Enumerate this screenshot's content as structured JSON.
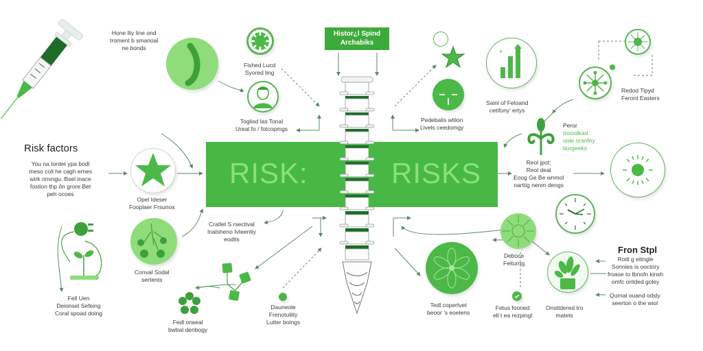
{
  "title_box": {
    "line1": "Histor¿l Spind",
    "line2": "Archabiks"
  },
  "banner": {
    "left_word": "RISK:",
    "right_word": "RISKS",
    "color": "#47b844",
    "text_color": "#8be07a"
  },
  "colors": {
    "primary_green": "#47b844",
    "dark_green": "#1e6b2a",
    "light_green": "#8fdc7a",
    "outline_green": "#57b552",
    "arrow": "#5a8a68"
  },
  "left_section": {
    "heading": "Risk factors",
    "body": [
      "You na tordet ypa bodl",
      "meso coll he cagh ernes",
      "wirk onvngu. Bsel inace",
      "fostion thp ôn grore Bet",
      "peh ocoes"
    ]
  },
  "labels": {
    "syringe_note": [
      "Hone lliy line ond",
      "troment b smanoal",
      "ne bonds"
    ],
    "spine_icon": [],
    "gear_circle": [
      "Fished Lucd",
      "Syored ling"
    ],
    "person_circle": [
      "Toglisd las Tonal",
      "Ureal fo / fotcopmgs"
    ],
    "star_circle": [
      "Opel Ideser",
      "Fooplaer Frsunos"
    ],
    "plant_circle": [
      "Conval Sodal",
      "sertents"
    ],
    "sprout_plug": [
      "Fell Uen",
      "Deionsel Sefeing",
      "Coral spoad doing"
    ],
    "flower_small": [
      "Fedl orweal",
      "bwbal denbogy"
    ],
    "left_lower_note": [
      "Cratlet S rsectival",
      "Inalsheno Ivteentiy",
      "eodits"
    ],
    "dot_icon": [
      "Dauneole",
      "Frenotuility",
      "Lutter boings"
    ],
    "star_small": [],
    "crosshair_circle": [
      "Pedebalis wtilon",
      "Livels ceedomgy"
    ],
    "bar_chart_circle": [
      "Sainl of Feloand",
      "cetifony’ ertys"
    ],
    "virus_circle": [
      "Redod Tipyd",
      "Feront Easters"
    ],
    "tree_icon": [
      "Peror",
      "Insoolkad",
      "onle oranfey",
      "borgeeks"
    ],
    "center_right_note": [
      "Reol jpot:",
      "Reol deal",
      "Eoog Ge Be wnmol",
      "narttig nenm dengs"
    ],
    "sun_circle": [],
    "clock_circle": [],
    "mandala_light": [
      "Deboce",
      "Feiturng"
    ],
    "check_dot": [
      "Fetus fooned",
      "ell t ea rezpingl"
    ],
    "potted_plant": [
      "Onsttdered tro",
      "matets"
    ],
    "leaf_flower_circle": [
      "Tedl copertvet",
      "beoor ’s eoelens"
    ]
  },
  "right_section": {
    "heading": "Fron Stpl",
    "body1": [
      "Roitl g ettngle",
      "Sonnies is ooctory",
      "froase to tbnofn kinsh",
      "omfc oritded goley"
    ],
    "body2": [
      "Qurnal ouand odsly",
      "seerton o the wiol"
    ]
  },
  "icons": [
    "syringe-icon",
    "spine-curve-icon",
    "gear-badge-icon",
    "person-portrait-icon",
    "star-icon",
    "plant-branches-icon",
    "sprout-plug-icon",
    "flower-icon",
    "circuit-dice-icon",
    "dot-icon",
    "spine-column-icon",
    "star-outline-icon",
    "crosshair-icon",
    "bar-chart-icon",
    "virus-icon",
    "tree-icon",
    "sun-icon",
    "clock-icon",
    "mandala-icon",
    "checkmark-icon",
    "potted-plant-icon",
    "leaf-flower-icon"
  ]
}
